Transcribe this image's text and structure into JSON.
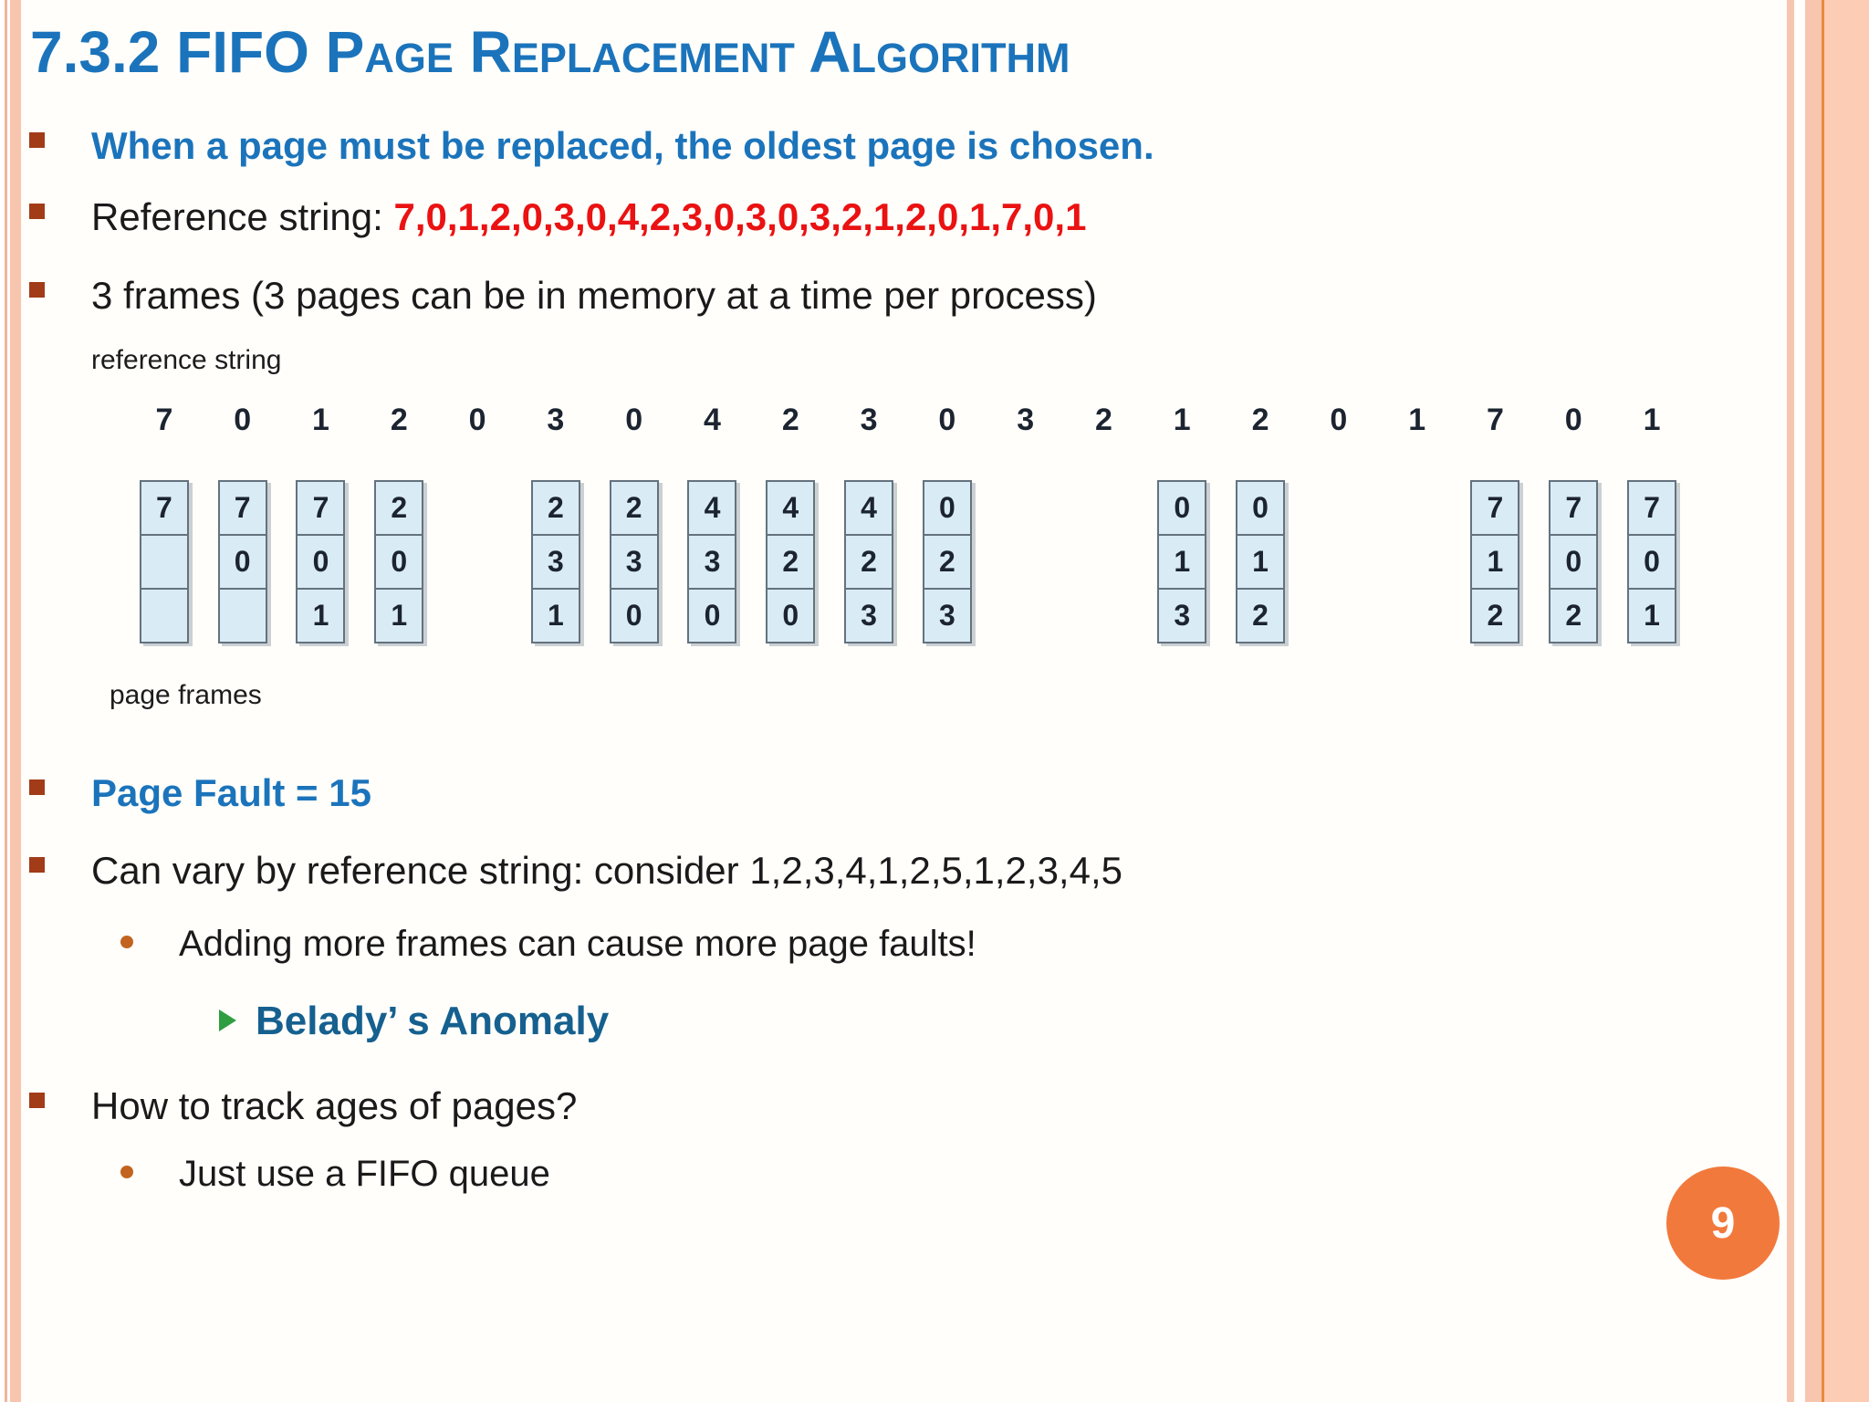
{
  "title": "7.3.2 FIFO Page Replacement Algorithm",
  "bullets": {
    "oldest_page": "When a page must be replaced, the oldest page is chosen.",
    "reference_label": "Reference string: ",
    "reference_value": "7,0,1,2,0,3,0,4,2,3,0,3,0,3,2,1,2,0,1,7,0,1",
    "frames_note": "3 frames (3 pages can be in memory at a time per process)",
    "page_fault": "Page Fault = 15",
    "can_vary": "Can vary by reference string: consider 1,2,3,4,1,2,5,1,2,3,4,5",
    "adding_frames": "Adding more frames can cause more page faults!",
    "belady": "Belady’ s Anomaly",
    "track_ages": "How to track ages of pages?",
    "fifo_queue": "Just use a FIFO queue"
  },
  "diagram": {
    "top_label": "reference string",
    "bottom_label": "page frames",
    "steps": [
      {
        "ref": "7",
        "frames": [
          "7",
          "",
          ""
        ]
      },
      {
        "ref": "0",
        "frames": [
          "7",
          "0",
          ""
        ]
      },
      {
        "ref": "1",
        "frames": [
          "7",
          "0",
          "1"
        ]
      },
      {
        "ref": "2",
        "frames": [
          "2",
          "0",
          "1"
        ]
      },
      {
        "ref": "0",
        "frames": null
      },
      {
        "ref": "3",
        "frames": [
          "2",
          "3",
          "1"
        ]
      },
      {
        "ref": "0",
        "frames": [
          "2",
          "3",
          "0"
        ]
      },
      {
        "ref": "4",
        "frames": [
          "4",
          "3",
          "0"
        ]
      },
      {
        "ref": "2",
        "frames": [
          "4",
          "2",
          "0"
        ]
      },
      {
        "ref": "3",
        "frames": [
          "4",
          "2",
          "3"
        ]
      },
      {
        "ref": "0",
        "frames": [
          "0",
          "2",
          "3"
        ]
      },
      {
        "ref": "3",
        "frames": null
      },
      {
        "ref": "2",
        "frames": null
      },
      {
        "ref": "1",
        "frames": [
          "0",
          "1",
          "3"
        ]
      },
      {
        "ref": "2",
        "frames": [
          "0",
          "1",
          "2"
        ]
      },
      {
        "ref": "0",
        "frames": null
      },
      {
        "ref": "1",
        "frames": null
      },
      {
        "ref": "7",
        "frames": [
          "7",
          "1",
          "2"
        ]
      },
      {
        "ref": "0",
        "frames": [
          "7",
          "0",
          "2"
        ]
      },
      {
        "ref": "1",
        "frames": [
          "7",
          "0",
          "1"
        ]
      }
    ]
  },
  "page_badge": "9",
  "colors": {
    "blue": "#1b74bb",
    "red": "#ea1212",
    "teal_blue": "#15608f",
    "green": "#2f9e41",
    "bullet_square": "#a23b17",
    "sub_dot": "#c2641f",
    "circle_orange": "#f2793c",
    "frame_cell_bg": "#d9ecf6",
    "stripe_thin": "#f2b49c",
    "stripe_main": "#f8c5ae",
    "stripe_accent": "#e98a3e",
    "band": "#fccdb4"
  }
}
